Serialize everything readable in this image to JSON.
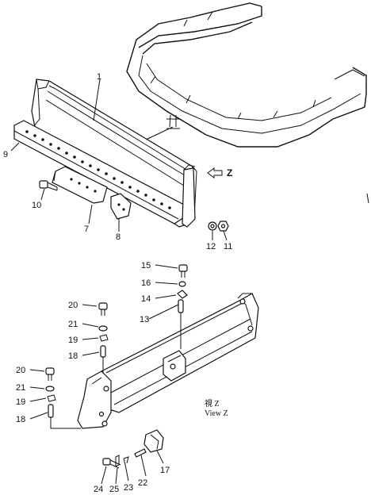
{
  "view_label": {
    "cjk": "視 Z",
    "en": "View Z"
  },
  "arrow_label": "Z",
  "callouts": {
    "c1": "1",
    "c7": "7",
    "c8": "8",
    "c9": "9",
    "c10": "10",
    "c11": "11",
    "c12": "12",
    "c13": "13",
    "c14": "14",
    "c15": "15",
    "c16": "16",
    "c17": "17",
    "c18a": "18",
    "c18b": "18",
    "c19a": "19",
    "c19b": "19",
    "c20a": "20",
    "c20b": "20",
    "c21a": "21",
    "c21b": "21",
    "c22": "22",
    "c23": "23",
    "c24": "24",
    "c25": "25"
  }
}
